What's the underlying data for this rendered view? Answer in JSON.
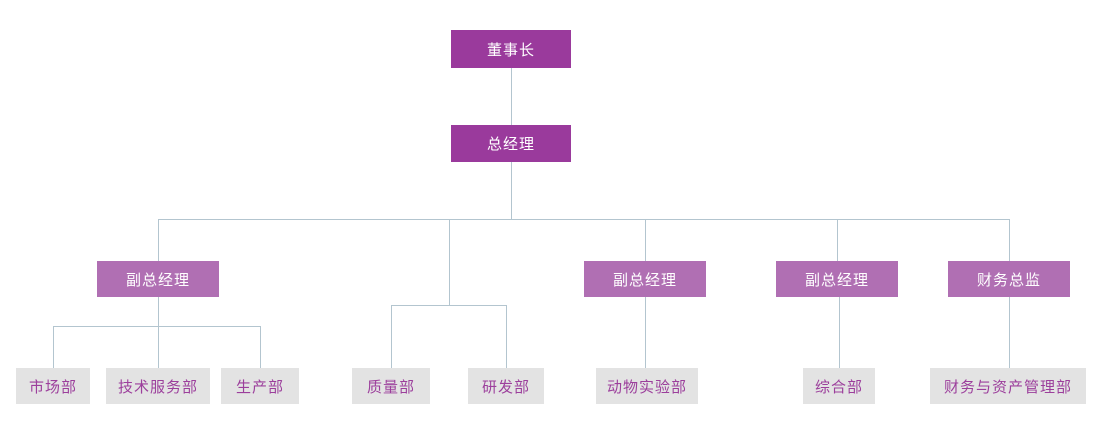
{
  "org_chart": {
    "colors": {
      "executive_box_bg": "#9a3a9c",
      "manager_box_bg": "#b06fb3",
      "department_box_bg": "#e3e3e3",
      "executive_text": "#ffffff",
      "manager_text": "#ffffff",
      "department_text": "#9c3f9c",
      "connector_line": "#b3c5cf",
      "background": "#ffffff"
    },
    "chairman": {
      "label": "董事长"
    },
    "general_manager": {
      "label": "总经理"
    },
    "executives": [
      {
        "label": "副总经理"
      },
      {
        "label": "副总经理"
      },
      {
        "label": "副总经理"
      },
      {
        "label": "财务总监"
      }
    ],
    "departments": [
      {
        "label": "市场部"
      },
      {
        "label": "技术服务部"
      },
      {
        "label": "生产部"
      },
      {
        "label": "质量部"
      },
      {
        "label": "研发部"
      },
      {
        "label": "动物实验部"
      },
      {
        "label": "综合部"
      },
      {
        "label": "财务与资产管理部"
      }
    ],
    "structure": {
      "董事长": [
        "总经理"
      ],
      "总经理": [
        "副总经理",
        "副总经理",
        "副总经理",
        "财务总监"
      ],
      "总经理_direct_branch": [
        "质量部",
        "研发部"
      ],
      "副总经理_1": [
        "市场部",
        "技术服务部",
        "生产部"
      ],
      "副总经理_2": [
        "动物实验部"
      ],
      "副总经理_3": [
        "综合部"
      ],
      "财务总监": [
        "财务与资产管理部"
      ]
    }
  }
}
